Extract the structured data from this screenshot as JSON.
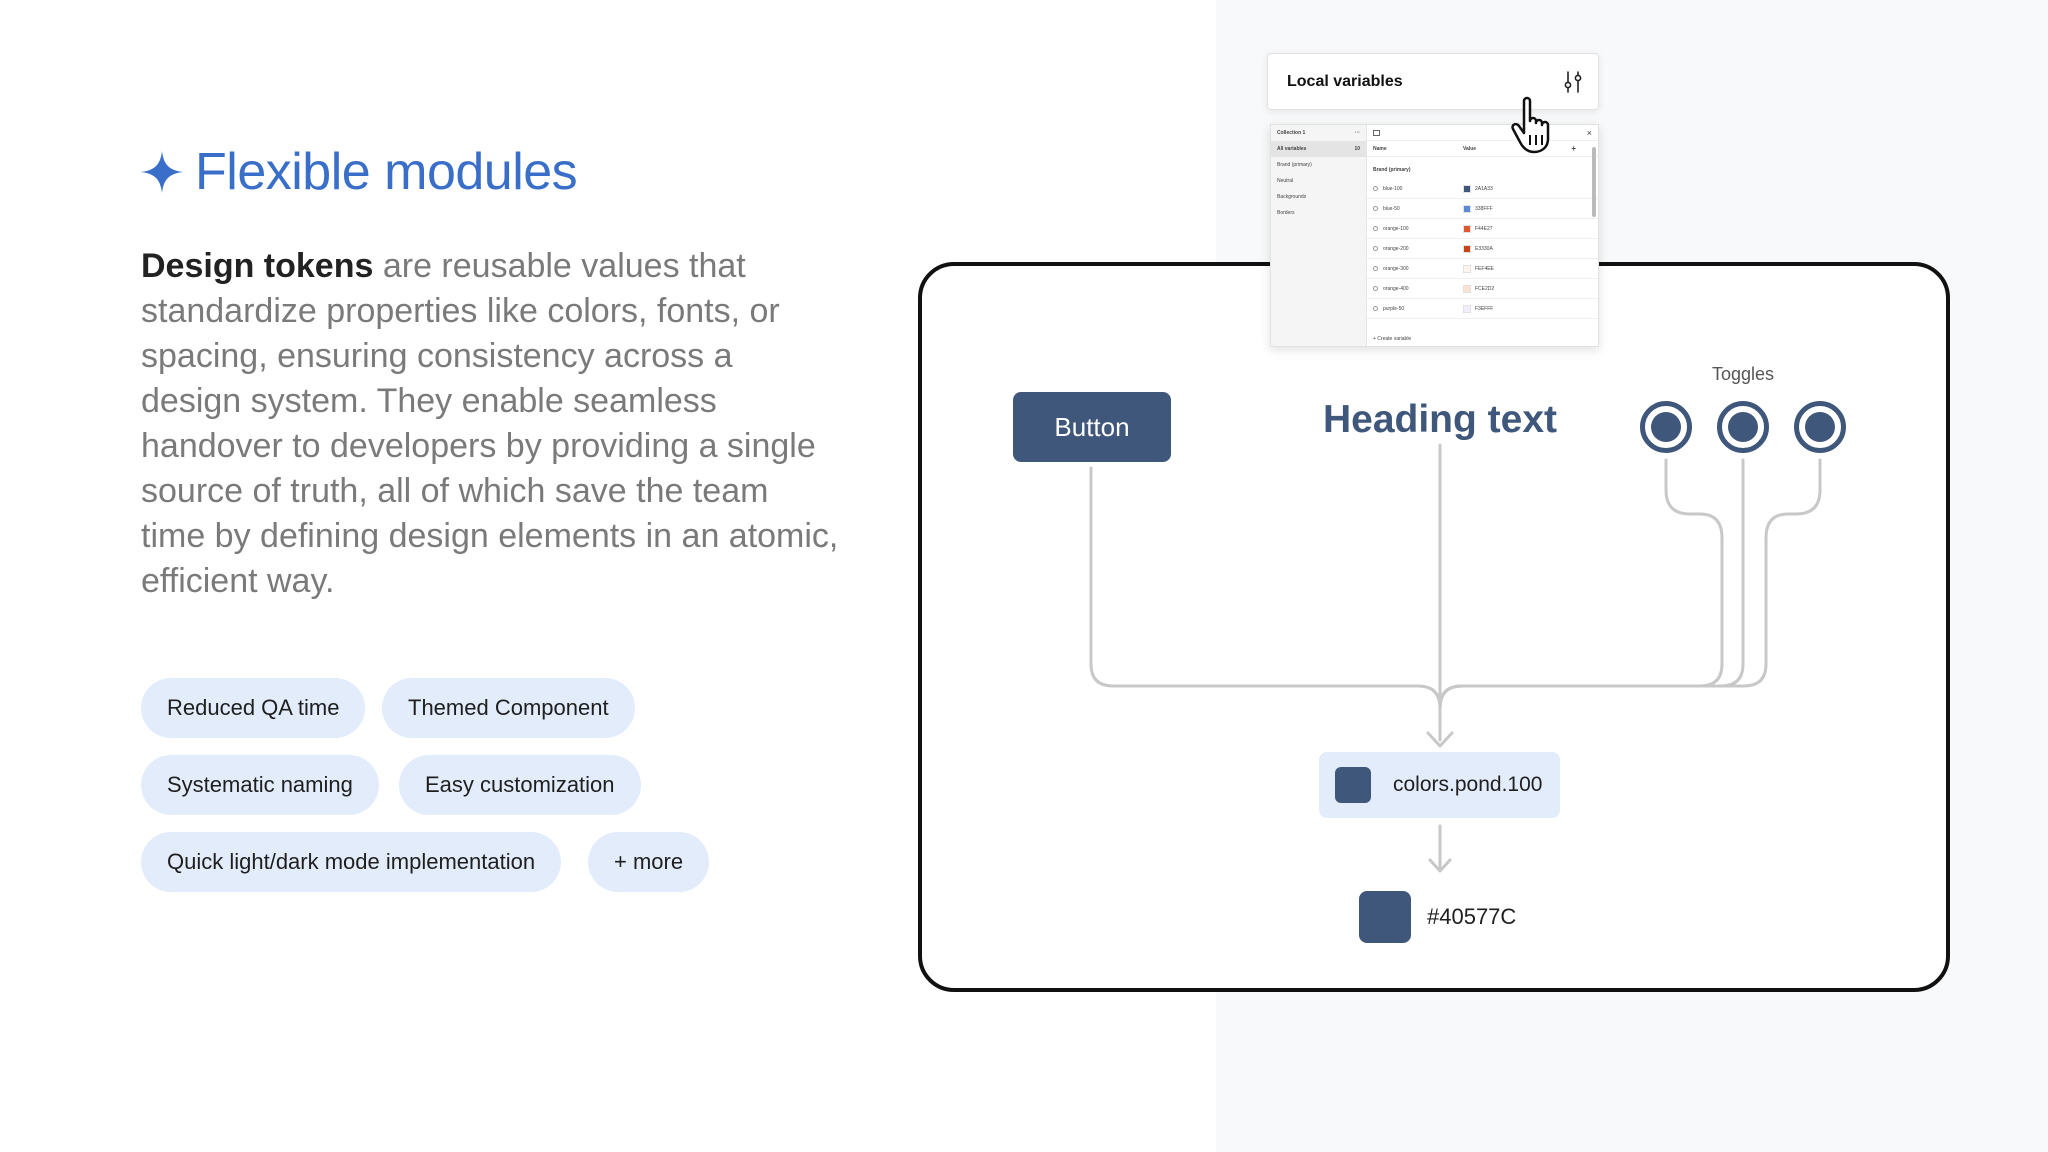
{
  "heading": {
    "title": "Flexible modules",
    "star_color": "#3a6fc9"
  },
  "description": {
    "bold": "Design tokens",
    "rest": " are reusable values that standardize properties like colors, fonts, or spacing, ensuring consistency across a design system. They enable seamless handover to developers by providing a single source of truth, all of which save the team time by defining design elements in an atomic, efficient way."
  },
  "tags": [
    "Reduced QA time",
    "Themed Component",
    "Systematic naming",
    "Easy customization",
    "Quick light/dark mode implementation",
    "+ more"
  ],
  "diagram": {
    "button_label": "Button",
    "heading_text": "Heading text",
    "toggles_label": "Toggles",
    "token_name": "colors.pond.100",
    "token_hex": "#40577C",
    "token_color": "#40577c"
  },
  "local_variables": {
    "title": "Local variables",
    "panel": {
      "collection": "Collection 1",
      "sidebar": [
        "All variables",
        "Brand (primary)",
        "Neutral",
        "Backgrounds",
        "Borders"
      ],
      "all_count": "10",
      "col_name": "Name",
      "col_value": "Value",
      "add": "+",
      "close": "×",
      "more": "···",
      "group": "Brand (primary)",
      "rows": [
        {
          "name": "blue-100",
          "value": "2A1A33",
          "color": "#40577c"
        },
        {
          "name": "blue-50",
          "value": "338FFF",
          "color": "#5a8ad6"
        },
        {
          "name": "orange-100",
          "value": "F44E27",
          "color": "#e0582f"
        },
        {
          "name": "orange-200",
          "value": "E3330A",
          "color": "#c9421a"
        },
        {
          "name": "orange-300",
          "value": "FEF4EE",
          "color": "#fef4ee"
        },
        {
          "name": "orange-400",
          "value": "FCE2D2",
          "color": "#fce2d2"
        },
        {
          "name": "purple-50",
          "value": "F3EFFF",
          "color": "#f3efff"
        }
      ],
      "create": "+  Create variable"
    }
  }
}
